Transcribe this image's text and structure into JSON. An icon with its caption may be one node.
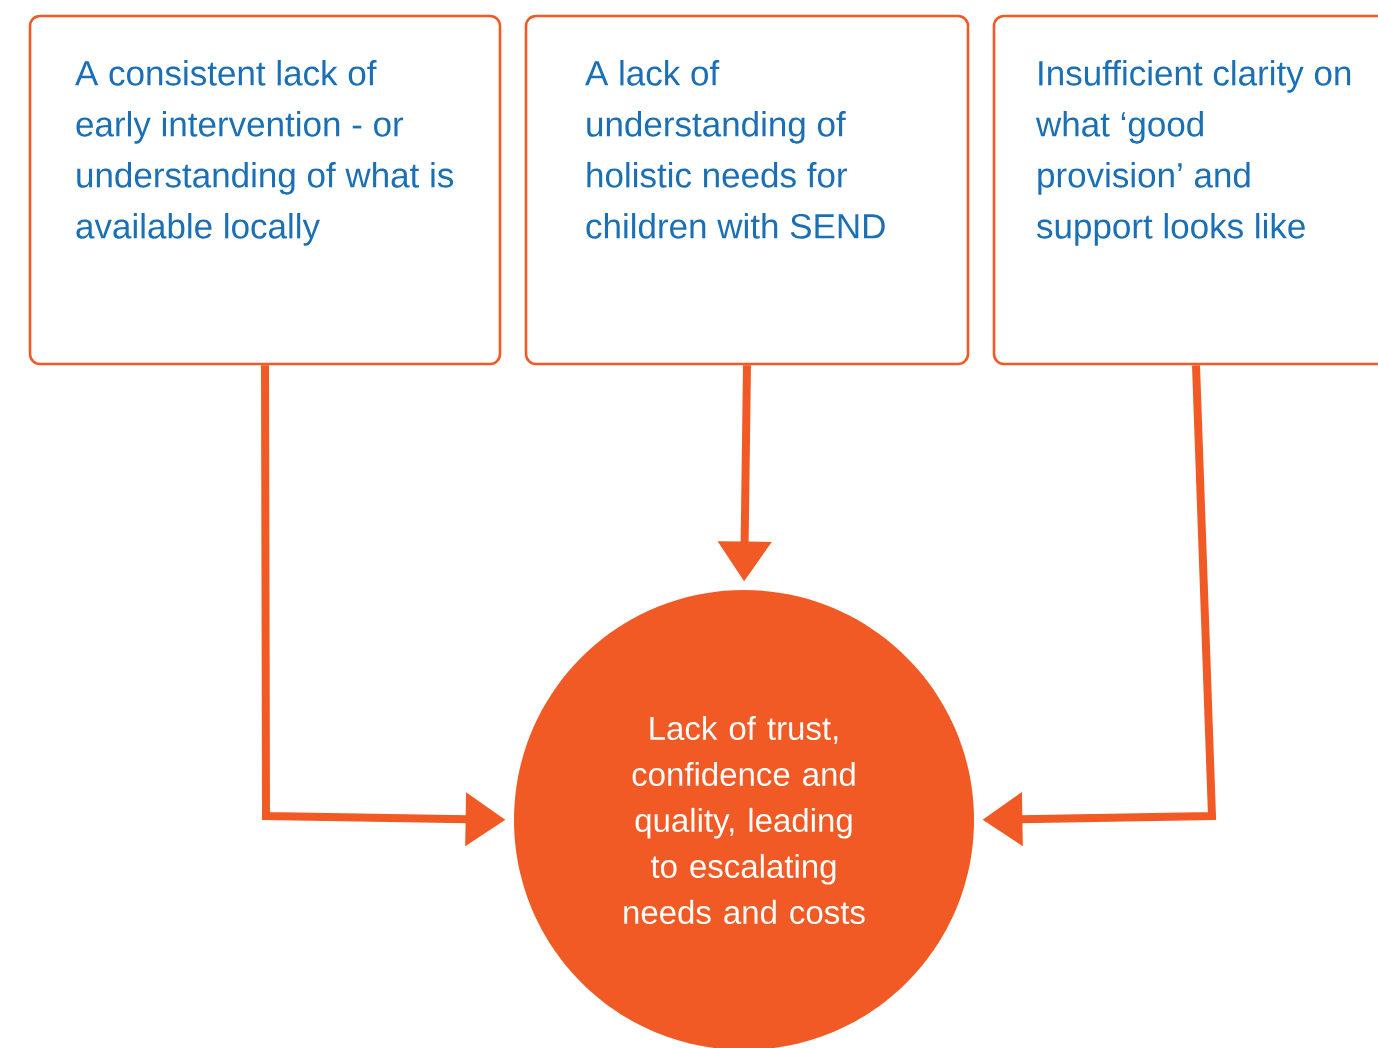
{
  "diagram": {
    "nodes": [
      {
        "text": [
          "A consistent lack of early intervention - or understanding of what is available locally"
        ]
      },
      {
        "text": [
          "A lack of understanding of holistic needs for children with SEND"
        ]
      },
      {
        "text": [
          "Insufficient clarity on what ‘good provision’ and support looks like"
        ]
      },
      {
        "text": [
          "Lack of trust, confidence and quality, leading to escalating needs and costs"
        ]
      }
    ],
    "edges": [
      {
        "from": 0,
        "to": 3,
        "arrow": "to"
      },
      {
        "from": 1,
        "to": 3,
        "arrow": "to"
      },
      {
        "from": 2,
        "to": 3,
        "arrow": "to"
      }
    ]
  }
}
